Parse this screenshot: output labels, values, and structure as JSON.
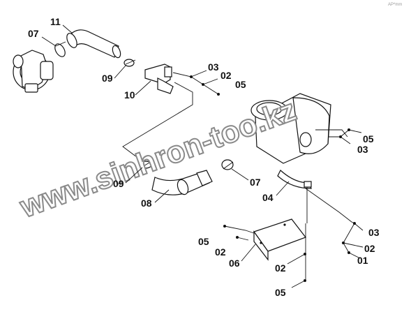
{
  "corner_mark": "AP*mm",
  "watermark": "www.sinhron-too.kz",
  "labels": {
    "p11": "11",
    "p07_top": "07",
    "p09_top": "09",
    "p10": "10",
    "p03_top": "03",
    "p02_top": "02",
    "p05_top": "05",
    "p05_right": "05",
    "p03_right": "03",
    "p09_mid": "09",
    "p07_mid": "07",
    "p08": "08",
    "p04": "04",
    "p05_low": "05",
    "p02_low": "02",
    "p06": "06",
    "p03_lowright": "03",
    "p02_lowright": "02",
    "p01": "01",
    "p02_bottom": "02",
    "p05_bottom": "05"
  }
}
